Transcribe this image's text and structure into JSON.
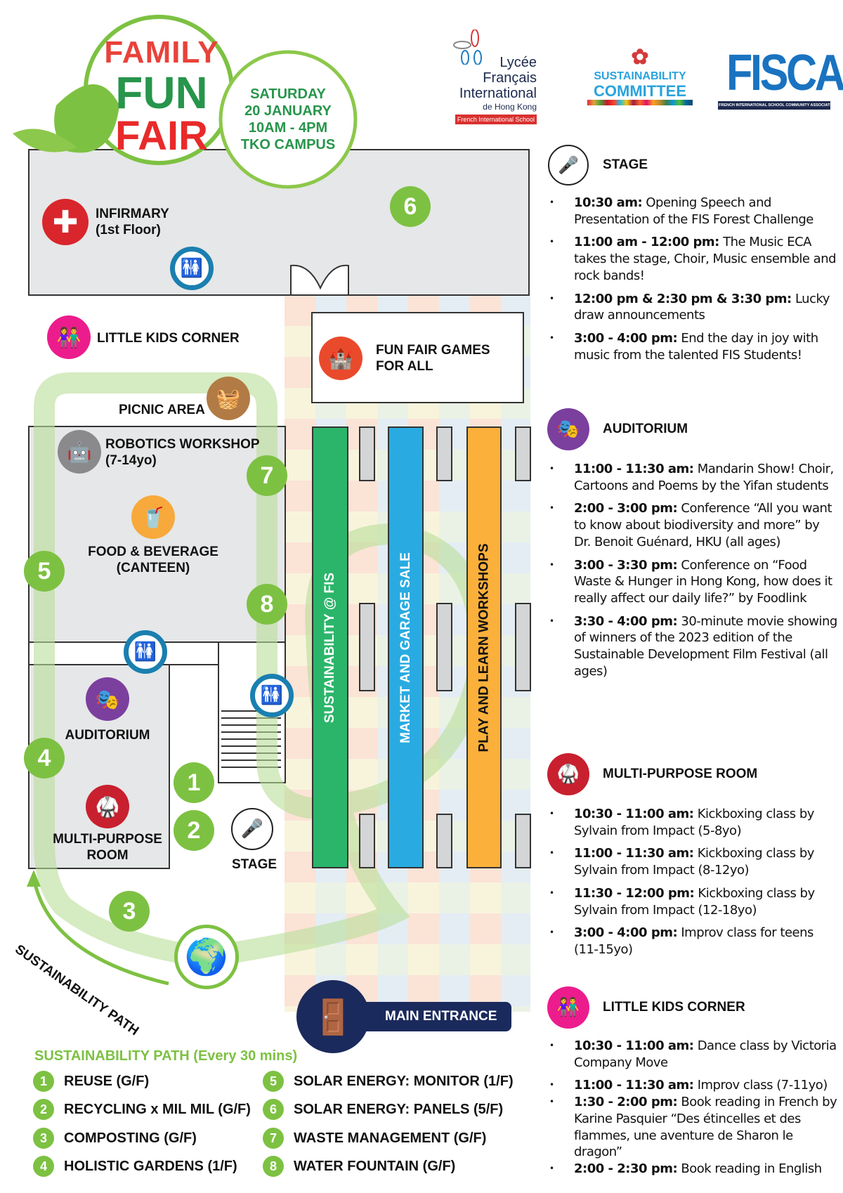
{
  "header": {
    "logo_text": [
      "FAMILY",
      "FUN",
      "FAIR"
    ],
    "date_lines": [
      "SATURDAY",
      "20 JANUARY",
      "10AM - 4PM",
      "TKO CAMPUS"
    ],
    "partners": {
      "lfi": [
        "Lycée",
        "Français",
        "International",
        "de Hong Kong",
        "French International School"
      ],
      "committee": [
        "SUSTAINABILITY",
        "COMMITTEE"
      ],
      "fisca": [
        "FISCA",
        "FRENCH INTERNATIONAL SCHOOL COMMUNITY ASSOCIATION"
      ]
    }
  },
  "map": {
    "infirmary": [
      "INFIRMARY",
      "(1st Floor)"
    ],
    "little_kids": "LITTLE KIDS CORNER",
    "fun_fair_games": [
      "FUN FAIR GAMES",
      "FOR ALL"
    ],
    "picnic": "PICNIC AREA",
    "robotics": [
      "ROBOTICS WORKSHOP",
      "(7-14yo)"
    ],
    "food": [
      "FOOD & BEVERAGE",
      "(CANTEEN)"
    ],
    "auditorium": "AUDITORIUM",
    "mpr": [
      "MULTI-PURPOSE",
      "ROOM"
    ],
    "stage": "STAGE",
    "bars": [
      "SUSTAINABILITY @ FIS",
      "MARKET AND GARAGE SALE",
      "PLAY AND LEARN WORKSHOPS"
    ],
    "main_entrance": "MAIN ENTRANCE",
    "path_label": "SUSTAINABILITY PATH",
    "stops": [
      "1",
      "2",
      "3",
      "4",
      "5",
      "6",
      "7",
      "8"
    ],
    "colors": {
      "green": "#7dc142",
      "bar_green": "#2bb56a",
      "bar_blue": "#29abe2",
      "bar_orange": "#fbb03b",
      "navy": "#1b2a5c"
    }
  },
  "legend": {
    "title": "SUSTAINABILITY PATH (Every 30 mins)",
    "items": [
      {
        "n": "1",
        "label": "REUSE (G/F)"
      },
      {
        "n": "2",
        "label": "RECYCLING x MIL MIL (G/F)"
      },
      {
        "n": "3",
        "label": "COMPOSTING (G/F)"
      },
      {
        "n": "4",
        "label": "HOLISTIC GARDENS (1/F)"
      },
      {
        "n": "5",
        "label": "SOLAR ENERGY: MONITOR (1/F)"
      },
      {
        "n": "6",
        "label": "SOLAR ENERGY: PANELS (5/F)"
      },
      {
        "n": "7",
        "label": "WASTE MANAGEMENT (G/F)"
      },
      {
        "n": "8",
        "label": "WATER FOUNTAIN (G/F)"
      }
    ]
  },
  "schedule": {
    "stage": {
      "title": "STAGE",
      "items": [
        {
          "time": "10:30 am:",
          "text": " Opening Speech and Presentation of the FIS Forest Challenge"
        },
        {
          "time": "11:00 am - 12:00 pm:",
          "text": " The Music ECA takes the stage, Choir, Music ensemble and rock bands!"
        },
        {
          "time": "12:00 pm & 2:30 pm & 3:30 pm:",
          "text": " Lucky draw announcements"
        },
        {
          "time": "3:00 - 4:00 pm:",
          "text": " End the day in joy with music from the talented FIS Students!"
        }
      ]
    },
    "auditorium": {
      "title": "AUDITORIUM",
      "items": [
        {
          "time": "11:00 - 11:30 am:",
          "text": " Mandarin Show! Choir, Cartoons and Poems by the Yifan students"
        },
        {
          "time": "2:00 - 3:00 pm:",
          "text": " Conference “All you want to know about biodiversity and more” by Dr. Benoit Guénard, HKU (all ages)"
        },
        {
          "time": "3:00 - 3:30 pm:",
          "text": " Conference on “Food Waste & Hunger in Hong Kong, how does it really affect our daily life?” by Foodlink"
        },
        {
          "time": "3:30 - 4:00 pm:",
          "text": " 30-minute movie showing of winners of the 2023 edition of the Sustainable Development Film Festival  (all ages)"
        }
      ]
    },
    "mpr": {
      "title": "MULTI-PURPOSE ROOM",
      "items": [
        {
          "time": "10:30 - 11:00 am:",
          "text": " Kickboxing class by Sylvain from Impact (5-8yo)"
        },
        {
          "time": "11:00 - 11:30 am:",
          "text": " Kickboxing class by Sylvain from Impact (8-12yo)"
        },
        {
          "time": "11:30 - 12:00 pm:",
          "text": " Kickboxing class by Sylvain from Impact (12-18yo)"
        },
        {
          "time": "3:00 - 4:00 pm:",
          "text": " Improv class for teens (11-15yo)"
        }
      ]
    },
    "kids": {
      "title": "LITTLE KIDS CORNER",
      "items": [
        {
          "time": "10:30 - 11:00 am:",
          "text": " Dance class by Victoria Company Move"
        },
        {
          "time": "11:00 - 11:30 am:",
          "text": " Improv class (7-11yo)"
        },
        {
          "time": "1:30 - 2:00 pm:",
          "text": "  Book reading in French by Karine Pasquier “Des étincelles et des flammes, une aventure de Sharon le dragon”"
        },
        {
          "time": "2:00 - 2:30 pm:",
          "text": " Book reading in English"
        }
      ]
    }
  }
}
